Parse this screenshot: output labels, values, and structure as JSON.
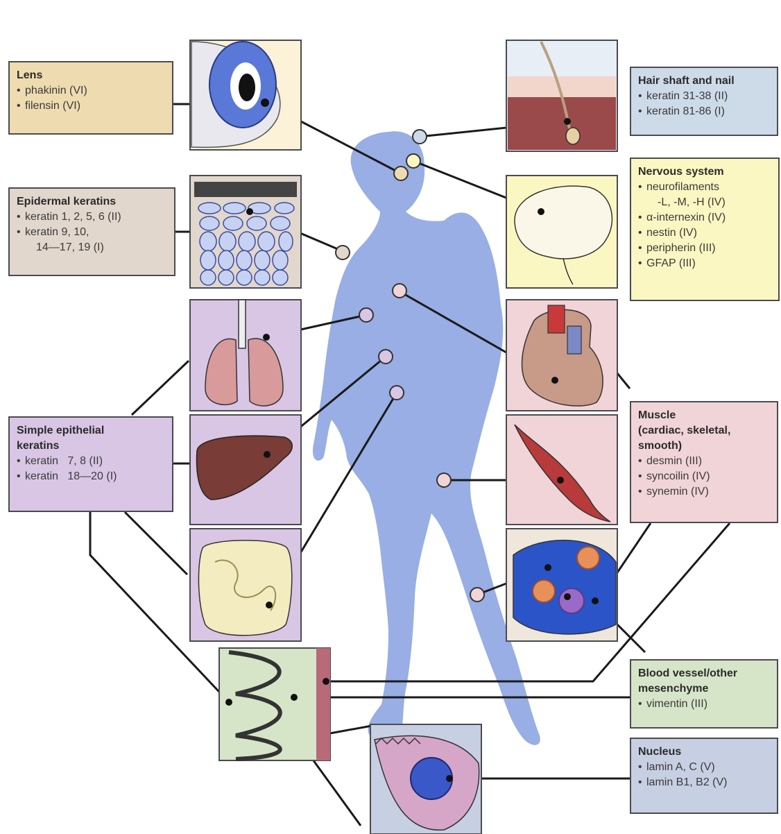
{
  "boxes": {
    "lens": {
      "title": "Lens",
      "items": [
        "phakinin (VI)",
        "filensin (VI)"
      ]
    },
    "epidermal": {
      "title": "Epidermal keratins",
      "items": [
        "keratin 1, 2, 5, 6 (II)",
        "keratin 9, 10,"
      ],
      "continuation": "14—17, 19 (I)"
    },
    "simple": {
      "title_line1": "Simple epithelial",
      "title_line2": "keratins",
      "items": [
        "keratin   7, 8 (II)",
        "keratin   18—20 (I)"
      ]
    },
    "hair": {
      "title": "Hair shaft and nail",
      "items": [
        "keratin 31-38 (II)",
        "keratin 81-86 (I)"
      ]
    },
    "nervous": {
      "title": "Nervous system",
      "item1": "neurofilaments",
      "item1_cont": "-L, -M, -H (IV)",
      "items": [
        "α-internexin (IV)",
        "nestin (IV)",
        "peripherin (III)",
        "GFAP (III)"
      ]
    },
    "muscle": {
      "title_line1": "Muscle",
      "title_line2": "(cardiac, skeletal,",
      "title_line3": "smooth)",
      "items": [
        "desmin (III)",
        "syncoilin (IV)",
        "synemin (IV)"
      ]
    },
    "blood": {
      "title_line1": "Blood vessel/other",
      "title_line2": "mesenchyme",
      "items": [
        "vimentin (III)"
      ]
    },
    "nucleus": {
      "title": "Nucleus",
      "items": [
        "lamin A, C (V)",
        "lamin B1, B2 (V)"
      ]
    }
  },
  "colors": {
    "body": "#98aee4",
    "lens_box": "#eedcb0",
    "epidermal_box": "#e2d7cc",
    "simple_box": "#d8c6e4",
    "hair_box": "#cddbe8",
    "nervous_box": "#fbf7c2",
    "muscle_box": "#f1d4d8",
    "blood_box": "#d6e5c8",
    "nucleus_box": "#c7cfe2",
    "outline": "#4a4a52"
  }
}
